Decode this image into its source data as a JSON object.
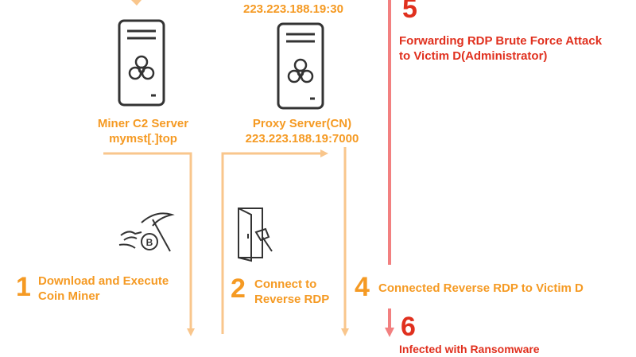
{
  "colors": {
    "orange": "#f59a23",
    "red": "#e0301e",
    "pink_line": "#f28080",
    "arrow_light": "#f9c68c",
    "icon_stroke": "#333333"
  },
  "top_ip": "223.223.188.19:30",
  "miner_server": {
    "name": "Miner C2 Server",
    "domain": "mymst[.]top",
    "icon": "biohazard-server-icon"
  },
  "proxy_server": {
    "name": "Proxy Server(CN)",
    "address": "223.223.188.19:7000",
    "icon": "biohazard-server-icon"
  },
  "steps": [
    {
      "number": "1",
      "lines": [
        "Download and Execute",
        "Coin Miner"
      ]
    },
    {
      "number": "2",
      "lines": [
        "Connect to",
        "Reverse RDP"
      ]
    },
    {
      "number": "4",
      "lines": [
        "Connected Reverse RDP to Victim D"
      ]
    },
    {
      "number": "5",
      "lines": [
        "Forwarding RDP Brute Force Attack",
        "to Victim D(Administrator)"
      ]
    },
    {
      "number": "6",
      "lines": [
        "Infected with Ransomware"
      ]
    }
  ],
  "icons": {
    "miner": "pickaxe-coin-icon",
    "door": "open-door-icon"
  }
}
